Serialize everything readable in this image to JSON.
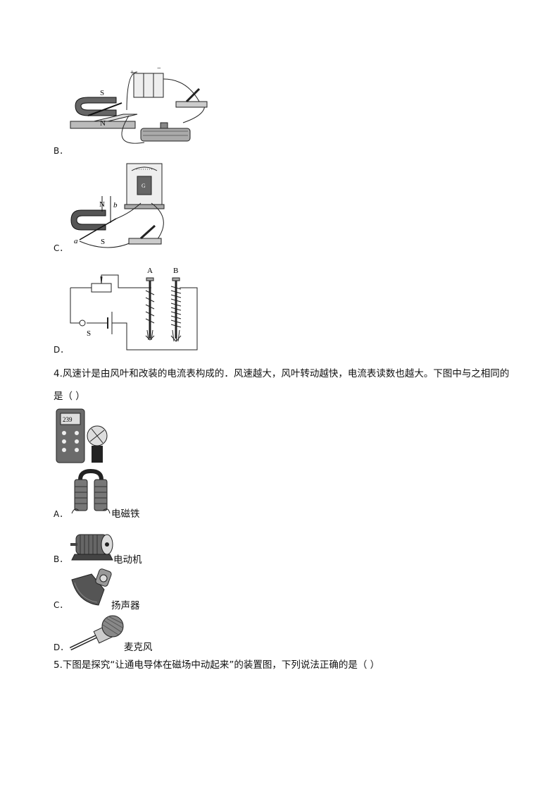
{
  "question3": {
    "options": [
      {
        "letter": "B．",
        "label_s": "S",
        "label_n": "N",
        "battery_plus": "+",
        "battery_minus": "−"
      },
      {
        "letter": "C．",
        "label_n": "N",
        "label_s": "S",
        "label_a": "a",
        "label_b": "b",
        "meter_g": "G"
      },
      {
        "letter": "D．",
        "label_a": "A",
        "label_b": "B",
        "label_switch": "S"
      }
    ]
  },
  "question4": {
    "text": "4.风速计是由风叶和改装的电流表构成的．风速越大，风叶转动越快，电流表读数也越大。下图中与之相同的是（ ）",
    "meter_reading": "239",
    "options": [
      {
        "letter": "A．",
        "caption": "电磁铁"
      },
      {
        "letter": "B．",
        "caption": "电动机"
      },
      {
        "letter": "C．",
        "caption": "扬声器"
      },
      {
        "letter": "D．",
        "caption": "麦克风"
      }
    ]
  },
  "question5": {
    "text": "5.下图是探究“让通电导体在磁场中动起来”的装置图，下列说法正确的是（ ）"
  }
}
